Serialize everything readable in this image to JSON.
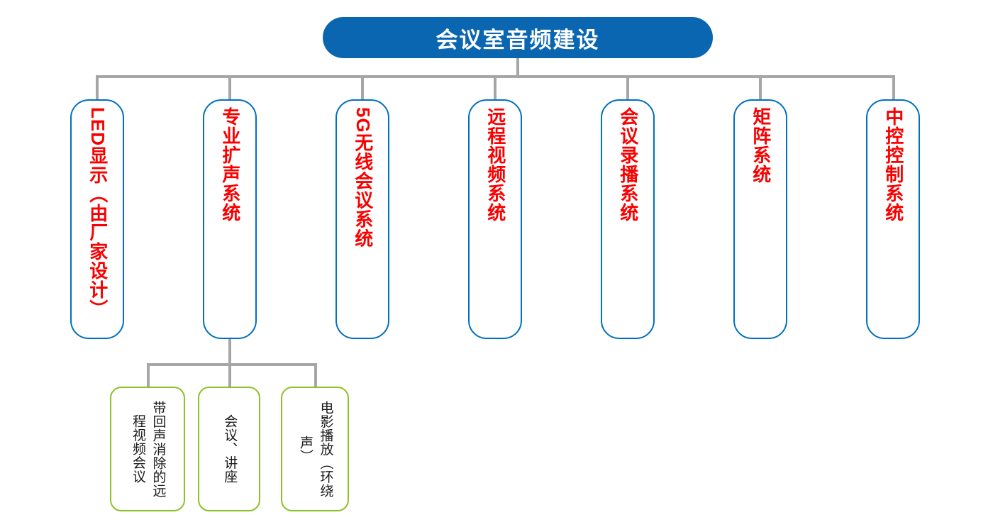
{
  "diagram": {
    "type": "organizational-tree",
    "title_colors": {
      "root_fill": "#0a66b0",
      "root_text": "#ffffff",
      "level1_border": "#0070c0",
      "level1_text": "#fa0000",
      "level2_border": "#8cc227",
      "level2_text": "#1a1a1a",
      "connector": "#a6a6a6"
    },
    "root": {
      "label": "会议室音频建设"
    },
    "level1": [
      {
        "id": "led-display",
        "label": "LED显示（由厂家设计）"
      },
      {
        "id": "pro-sound",
        "label": "专业扩声系统"
      },
      {
        "id": "wireless-5g",
        "label": "5G无线会议系统"
      },
      {
        "id": "remote-video",
        "label": "远程视频系统"
      },
      {
        "id": "recording",
        "label": "会议录播系统"
      },
      {
        "id": "matrix",
        "label": "矩阵系统"
      },
      {
        "id": "central-control",
        "label": "中控控制系统"
      }
    ],
    "level2_parent": "专业扩声系统",
    "level2": [
      {
        "id": "aec-remote-video",
        "label": "带回声消除的远程视频会议"
      },
      {
        "id": "meeting-lecture",
        "label": "会议、讲座"
      },
      {
        "id": "movie-playback",
        "label": "电影播放（环绕声）"
      }
    ]
  }
}
